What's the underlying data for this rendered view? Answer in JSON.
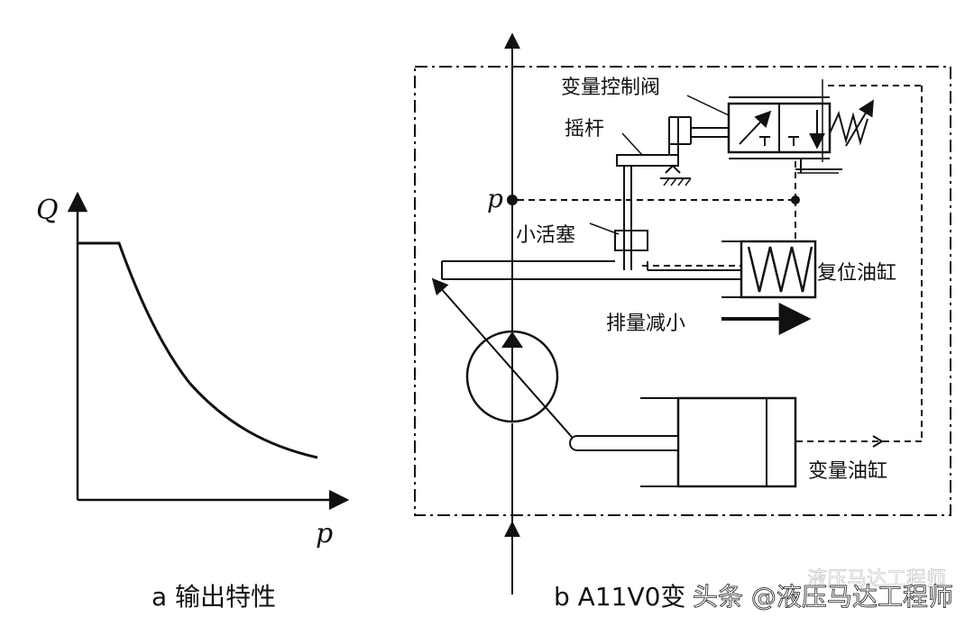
{
  "panel_a": {
    "y_axis_label": "Q",
    "x_axis_label": "p",
    "caption": "a 输出特性"
  },
  "panel_b": {
    "pressure_label": "p",
    "labels": {
      "control_valve": "变量控制阀",
      "rocker": "摇杆",
      "small_piston": "小活塞",
      "reset_cylinder": "复位油缸",
      "displacement_decrease": "排量减小",
      "variable_cylinder": "变量油缸"
    },
    "caption": "b A11V0变"
  },
  "watermark": {
    "text_main": "头条 @液压马达工程师",
    "text_faint": "液压马达工程师"
  }
}
